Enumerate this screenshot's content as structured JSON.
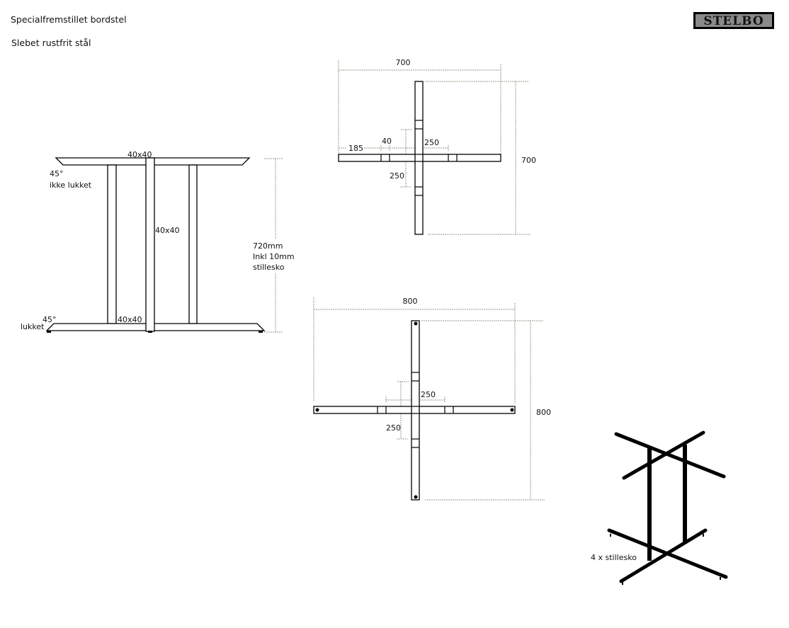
{
  "header": {
    "title": "Specialfremstillet bordstel",
    "material": "Slebet rustfrit stål",
    "logo": "STELBO"
  },
  "side_view": {
    "top_profile": "40x40",
    "top_angle": "45°",
    "top_angle_note": "ikke lukket",
    "post_profile": "40x40",
    "bottom_profile": "40x40",
    "bottom_angle": "45°",
    "bottom_angle_note": "lukket",
    "height_line1": "720mm",
    "height_line2": "Inkl 10mm",
    "height_line3": "stillesko"
  },
  "top_view": {
    "width": "700",
    "depth": "700",
    "offset": "185",
    "profile": "40",
    "spacing_h": "250",
    "spacing_v": "250"
  },
  "base_view": {
    "width": "800",
    "depth": "800",
    "spacing_h": "250",
    "spacing_v": "250"
  },
  "iso_view": {
    "feet_note": "4 x stillesko"
  }
}
